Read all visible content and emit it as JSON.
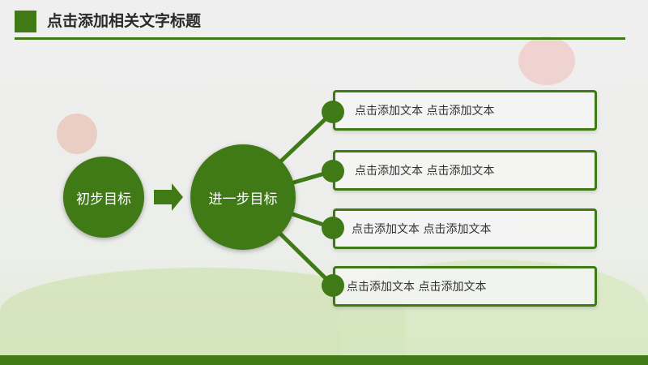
{
  "header": {
    "title": "点击添加相关文字标题"
  },
  "diagram": {
    "start": "初步目标",
    "next": "进一步目标",
    "items": [
      "点击添加文本 点击添加文本",
      "点击添加文本 点击添加文本",
      "点击添加文本 点击添加文本",
      "点击添加文本 点击添加文本"
    ]
  },
  "colors": {
    "accent": "#3f7a17"
  }
}
